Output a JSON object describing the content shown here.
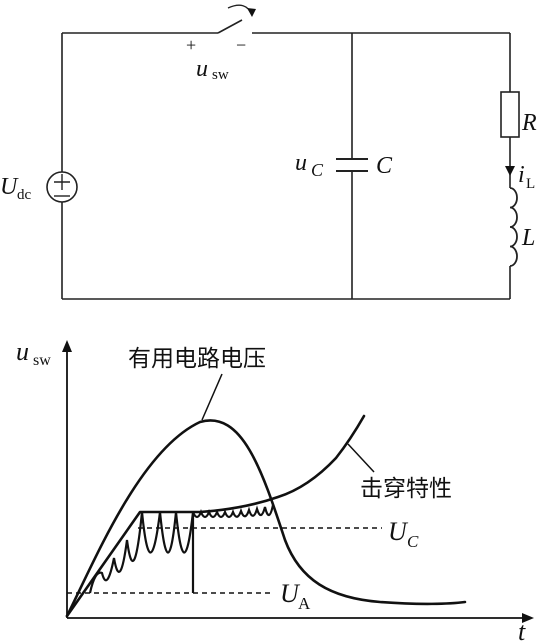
{
  "circuit": {
    "source_label": "U",
    "source_sub": "dc",
    "switch_plus": "+",
    "switch_minus": "−",
    "switch_label": "u",
    "switch_sub": "sw",
    "cap_voltage": "u",
    "cap_voltage_sub": "C",
    "cap_name": "C",
    "resistor": "R",
    "current": "i",
    "current_sub": "L",
    "inductor": "L"
  },
  "graph": {
    "y_axis": "u",
    "y_axis_sub": "sw",
    "x_axis": "t",
    "useful_label": "有用电路电压",
    "breakdown_label": "击穿特性",
    "level_c": "U",
    "level_c_sub": "C",
    "level_a": "U",
    "level_a_sub": "A"
  }
}
